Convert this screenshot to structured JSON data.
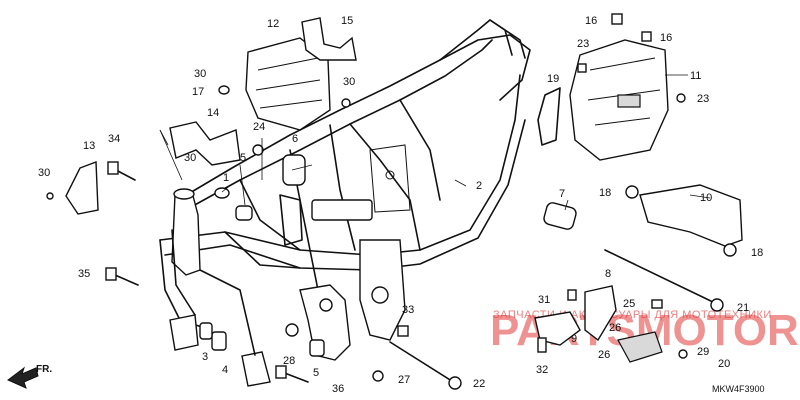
{
  "diagram_code": "MKW4F3900",
  "direction_label": "FR.",
  "watermark": {
    "brand": "PARTSMOTOR.RU",
    "tagline": "ЗАПЧАСТИ И АКСЕССУАРЫ ДЛЯ МОТОТЕХНИКИ"
  },
  "callouts": [
    "1",
    "2",
    "3",
    "4",
    "5",
    "5",
    "6",
    "7",
    "8",
    "9",
    "10",
    "11",
    "12",
    "13",
    "14",
    "15",
    "16",
    "16",
    "17",
    "18",
    "18",
    "19",
    "20",
    "21",
    "22",
    "23",
    "23",
    "24",
    "25",
    "26",
    "26",
    "27",
    "28",
    "29",
    "30",
    "30",
    "30",
    "30",
    "31",
    "32",
    "33",
    "34",
    "35",
    "36"
  ]
}
